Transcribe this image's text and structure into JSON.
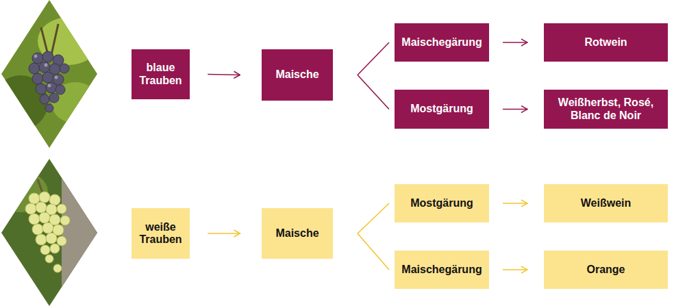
{
  "diagram": {
    "nodes": [
      {
        "text": [
          "blaue Trauben"
        ]
      },
      {
        "text": [
          "Maische"
        ]
      },
      {
        "text": [
          "Maischegärung"
        ]
      },
      {
        "text": [
          "Rotwein"
        ]
      },
      {
        "text": [
          "Mostgärung"
        ]
      },
      {
        "text": [
          "Weißherbst, Rosé, Blanc de Noir"
        ]
      },
      {
        "text": [
          "weiße Trauben"
        ]
      },
      {
        "text": [
          "Maische"
        ]
      },
      {
        "text": [
          "Mostgärung"
        ]
      },
      {
        "text": [
          "Weißwein"
        ]
      },
      {
        "text": [
          "Maischegärung"
        ]
      },
      {
        "text": [
          "Orange"
        ]
      }
    ],
    "edges": [
      {
        "from": 0,
        "to": 1,
        "arrow": "to"
      },
      {
        "from": 1,
        "to": 2,
        "arrow": "none"
      },
      {
        "from": 1,
        "to": 4,
        "arrow": "none"
      },
      {
        "from": 2,
        "to": 3,
        "arrow": "to"
      },
      {
        "from": 4,
        "to": 5,
        "arrow": "to"
      },
      {
        "from": 6,
        "to": 7,
        "arrow": "to"
      },
      {
        "from": 7,
        "to": 8,
        "arrow": "none"
      },
      {
        "from": 7,
        "to": 10,
        "arrow": "none"
      },
      {
        "from": 8,
        "to": 9,
        "arrow": "to"
      },
      {
        "from": 10,
        "to": 11,
        "arrow": "to"
      }
    ]
  }
}
